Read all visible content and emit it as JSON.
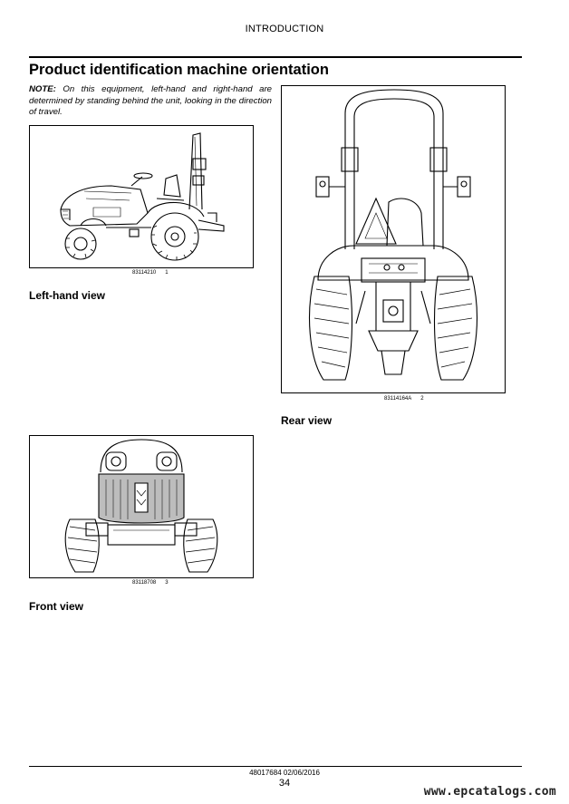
{
  "header": {
    "section": "INTRODUCTION"
  },
  "title": "Product identification machine orientation",
  "note": {
    "label": "NOTE:",
    "text": "On this equipment, left-hand and right-hand are determined by standing behind the unit, looking in the direction of travel."
  },
  "figures": {
    "left": {
      "code": "83114210",
      "number": "1",
      "label": "Left-hand view"
    },
    "rear": {
      "code": "83114164A",
      "number": "2",
      "label": "Rear view"
    },
    "front": {
      "code": "83118708",
      "number": "3",
      "label": "Front view"
    }
  },
  "footer": {
    "doc_ref": "48017684 02/06/2016",
    "page": "34",
    "watermark": "www.epcatalogs.com"
  }
}
